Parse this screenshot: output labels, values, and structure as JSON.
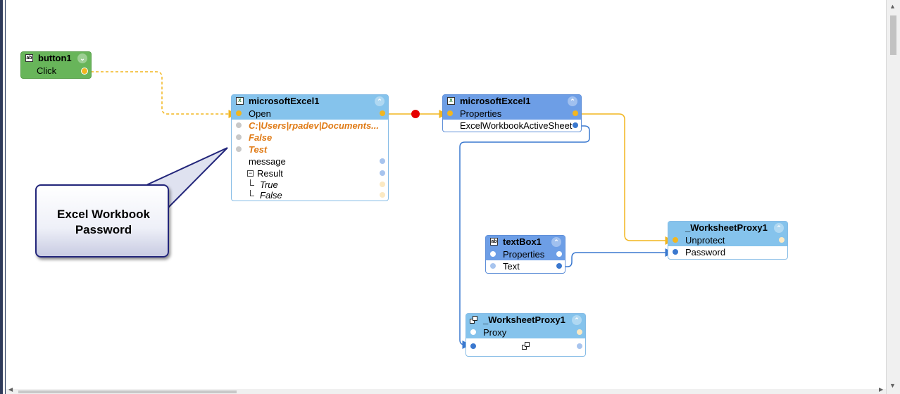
{
  "nodes": {
    "button1": {
      "title": "button1",
      "event": "Click"
    },
    "excel_open": {
      "title": "microsoftExcel1",
      "method": "Open",
      "params": [
        "C:|Users|rpadev|Documents...",
        "False",
        "Test"
      ],
      "message_label": "message",
      "result_label": "Result",
      "result_true": "True",
      "result_false": "False"
    },
    "excel_props": {
      "title": "microsoftExcel1",
      "row1": "Properties",
      "row2": "ExcelWorkbookActiveSheet"
    },
    "textbox": {
      "title": "textBox1",
      "row1": "Properties",
      "row2": "Text"
    },
    "proxy_unprotect": {
      "title": "_WorksheetProxy1",
      "row1": "Unprotect",
      "row2": "Password"
    },
    "proxy_main": {
      "title": "_WorksheetProxy1",
      "row1": "Proxy"
    }
  },
  "callout": {
    "line1": "Excel Workbook",
    "line2": "Password"
  },
  "colors": {
    "event_wire": "#f2b61f",
    "data_wire": "#3a78cf",
    "breakpoint": "#e60000",
    "node_green": "#68b55a",
    "node_light_blue": "#85c3ec",
    "node_mid_blue": "#6d9ee6"
  }
}
